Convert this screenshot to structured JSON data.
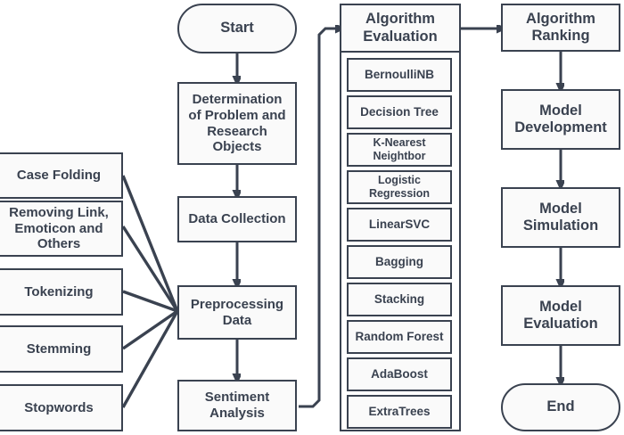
{
  "diagram": {
    "title": "Sentiment Analysis Research Methodology Flowchart",
    "colors": {
      "stroke": "#3a4250",
      "fill": "#fafafa",
      "background": "#ffffff",
      "text": "#3a4250"
    }
  },
  "preprocessing_steps": [
    {
      "id": "case-folding",
      "label": "Case Folding"
    },
    {
      "id": "removing-link",
      "label": "Removing Link,\nEmoticon and\nOthers"
    },
    {
      "id": "tokenizing",
      "label": "Tokenizing"
    },
    {
      "id": "stemming",
      "label": "Stemming"
    },
    {
      "id": "stopwords",
      "label": "Stopwords"
    }
  ],
  "main_flow": [
    {
      "id": "start",
      "label": "Start",
      "shape": "stadium"
    },
    {
      "id": "determination-problem",
      "label": "Determination\nof Problem and\nResearch\nObjects",
      "shape": "rect"
    },
    {
      "id": "data-collection",
      "label": "Data Collection",
      "shape": "rect"
    },
    {
      "id": "preprocessing-data",
      "label": "Preprocessing\nData",
      "shape": "rect"
    },
    {
      "id": "sentiment-analysis",
      "label": "Sentiment\nAnalysis",
      "shape": "rect"
    }
  ],
  "evaluation": {
    "header": {
      "id": "algorithm-evaluation",
      "label": "Algorithm\nEvaluation"
    },
    "algorithms": [
      {
        "id": "bernoullinb",
        "label": "BernoulliNB"
      },
      {
        "id": "decision-tree",
        "label": "Decision Tree"
      },
      {
        "id": "k-nearest-neighbor",
        "label": "K-Nearest\nNeightbor"
      },
      {
        "id": "logistic-regression",
        "label": "Logistic\nRegression"
      },
      {
        "id": "linearsvc",
        "label": "LinearSVC"
      },
      {
        "id": "bagging",
        "label": "Bagging"
      },
      {
        "id": "stacking",
        "label": "Stacking"
      },
      {
        "id": "random-forest",
        "label": "Random Forest"
      },
      {
        "id": "adaboost",
        "label": "AdaBoost"
      },
      {
        "id": "extratrees",
        "label": "ExtraTrees"
      }
    ]
  },
  "model_flow": [
    {
      "id": "algorithm-ranking",
      "label": "Algorithm\nRanking",
      "shape": "rect"
    },
    {
      "id": "model-development",
      "label": "Model\nDevelopment",
      "shape": "rect"
    },
    {
      "id": "model-simulation",
      "label": "Model\nSimulation",
      "shape": "rect"
    },
    {
      "id": "model-evaluation",
      "label": "Model\nEvaluation",
      "shape": "rect"
    },
    {
      "id": "end",
      "label": "End",
      "shape": "stadium"
    }
  ]
}
